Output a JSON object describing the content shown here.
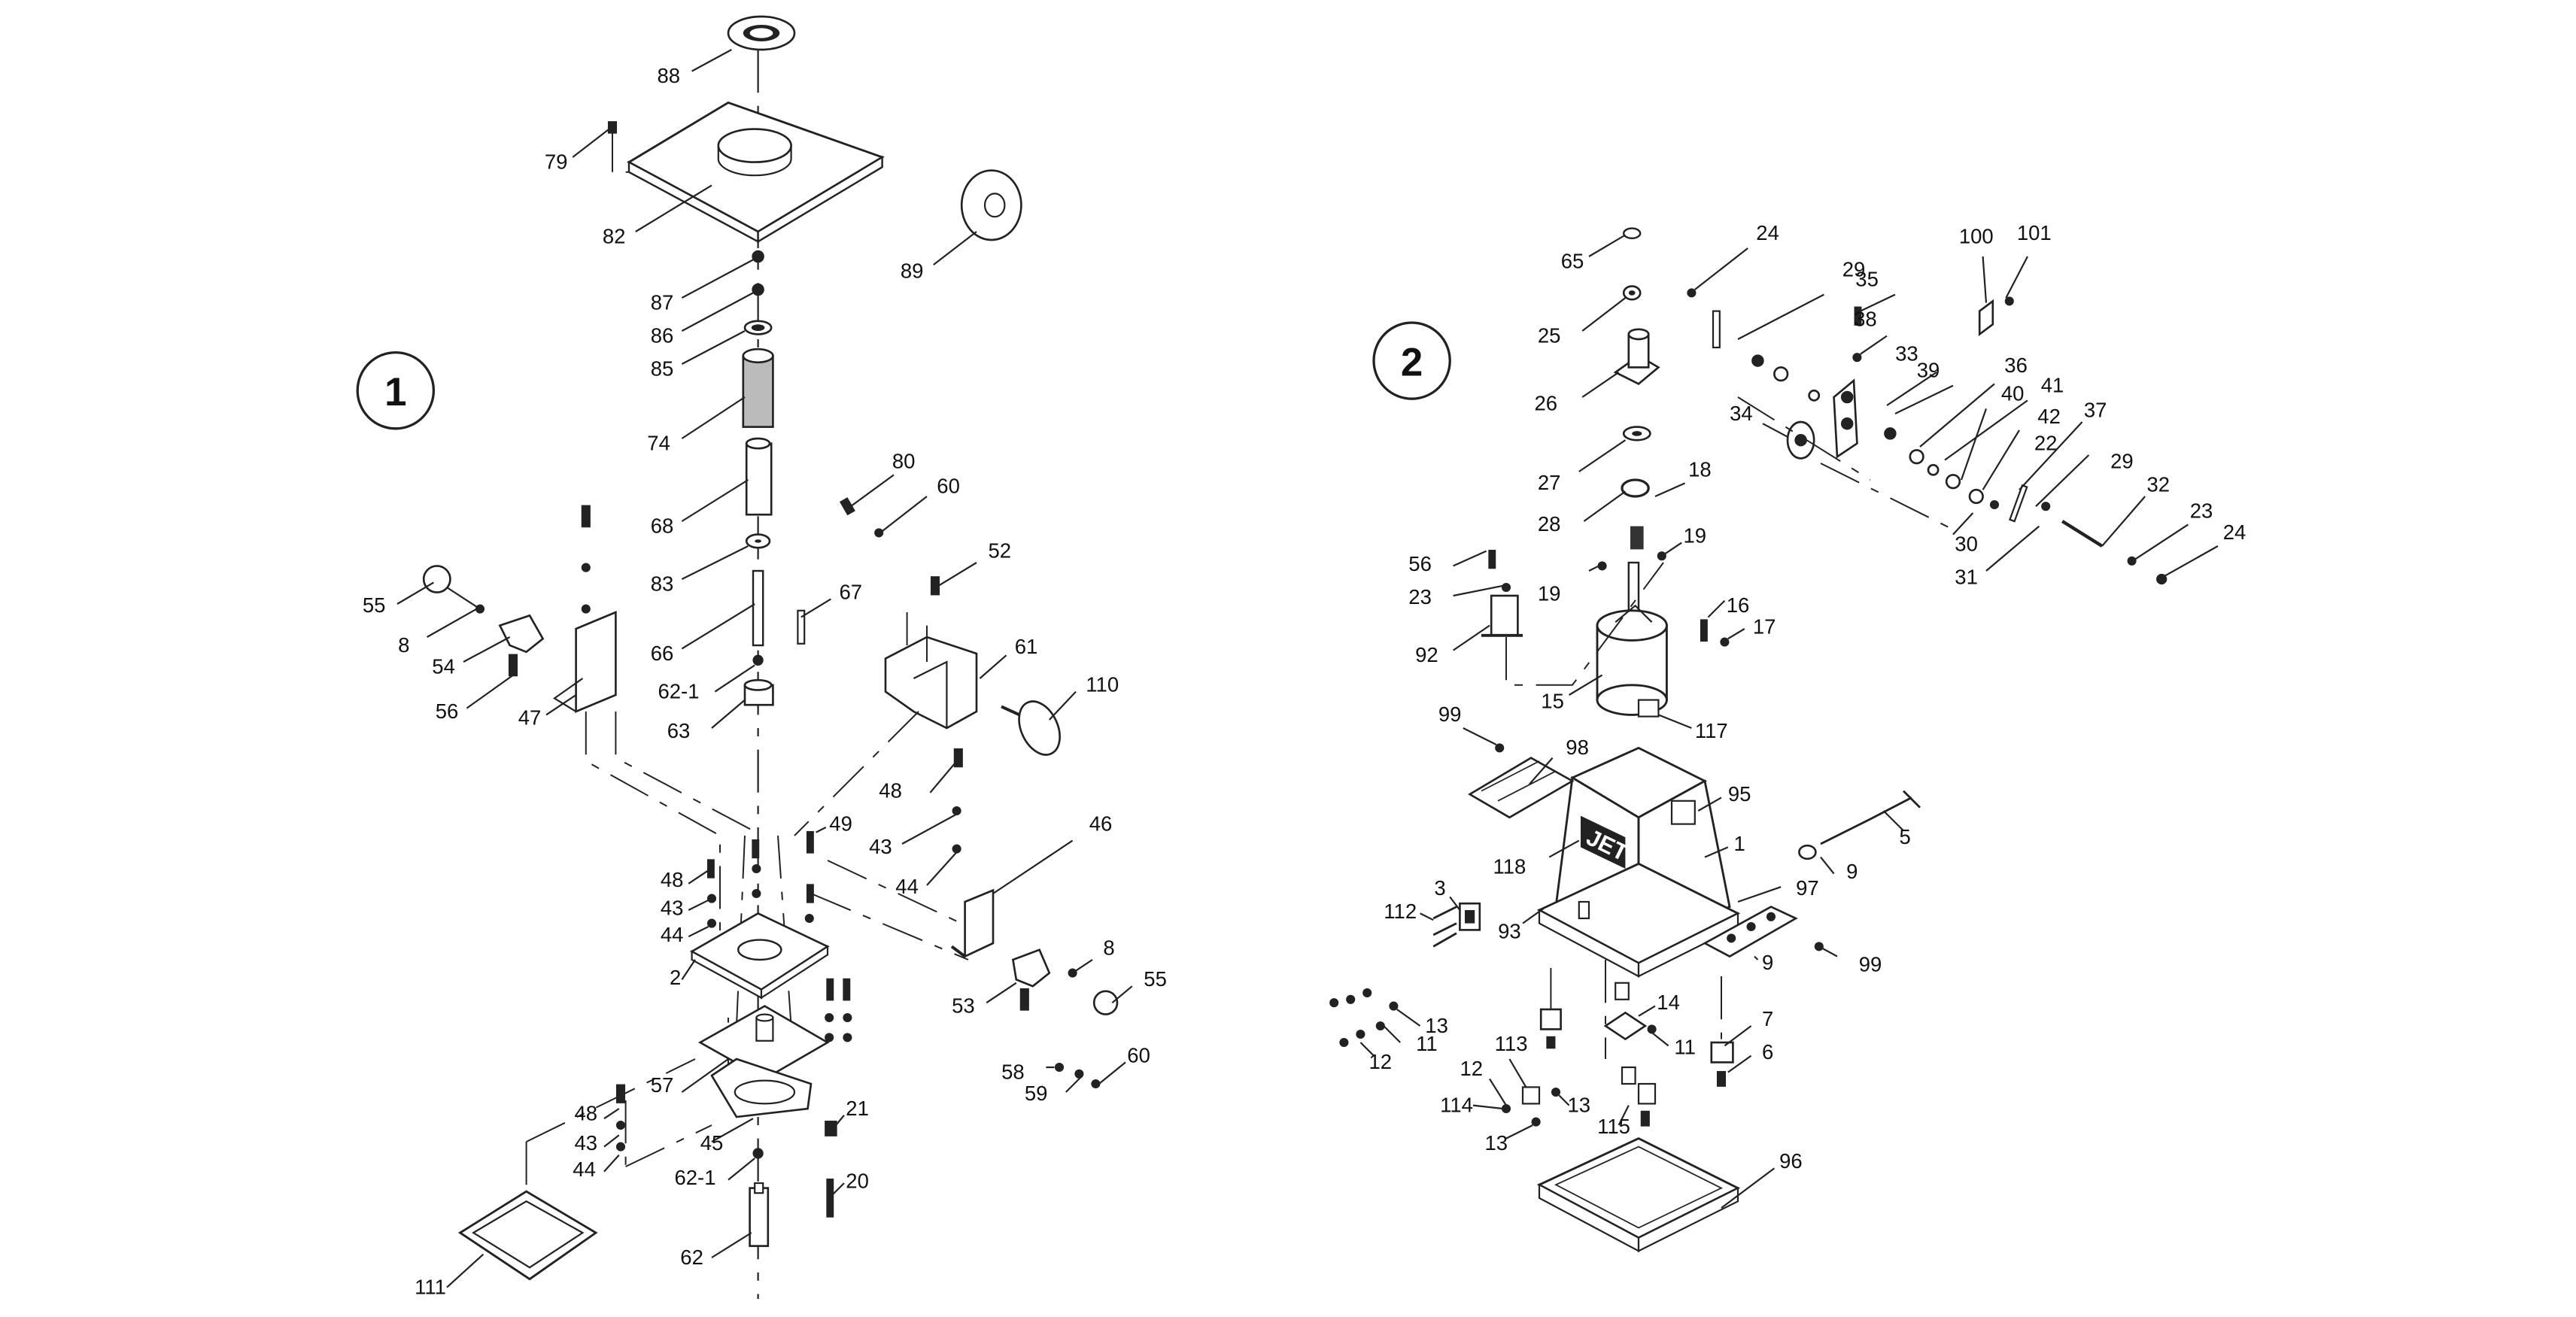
{
  "panels": [
    {
      "id": "1",
      "label": "1"
    },
    {
      "id": "2",
      "label": "2"
    }
  ],
  "brand_plate": "JET",
  "callouts": [
    {
      "text": "88"
    },
    {
      "text": "79"
    },
    {
      "text": "82"
    },
    {
      "text": "89"
    },
    {
      "text": "87"
    },
    {
      "text": "86"
    },
    {
      "text": "85"
    },
    {
      "text": "74"
    },
    {
      "text": "68"
    },
    {
      "text": "80"
    },
    {
      "text": "60"
    },
    {
      "text": "83"
    },
    {
      "text": "52"
    },
    {
      "text": "55"
    },
    {
      "text": "8"
    },
    {
      "text": "54"
    },
    {
      "text": "56"
    },
    {
      "text": "47"
    },
    {
      "text": "66"
    },
    {
      "text": "67"
    },
    {
      "text": "62-1"
    },
    {
      "text": "61"
    },
    {
      "text": "63"
    },
    {
      "text": "110"
    },
    {
      "text": "48"
    },
    {
      "text": "49"
    },
    {
      "text": "43"
    },
    {
      "text": "44"
    },
    {
      "text": "46"
    },
    {
      "text": "48"
    },
    {
      "text": "43"
    },
    {
      "text": "44"
    },
    {
      "text": "2"
    },
    {
      "text": "8"
    },
    {
      "text": "55"
    },
    {
      "text": "53"
    },
    {
      "text": "57"
    },
    {
      "text": "60"
    },
    {
      "text": "58"
    },
    {
      "text": "59"
    },
    {
      "text": "21"
    },
    {
      "text": "48"
    },
    {
      "text": "43"
    },
    {
      "text": "44"
    },
    {
      "text": "45"
    },
    {
      "text": "62-1"
    },
    {
      "text": "20"
    },
    {
      "text": "62"
    },
    {
      "text": "111"
    },
    {
      "text": "65"
    },
    {
      "text": "24"
    },
    {
      "text": "29"
    },
    {
      "text": "35"
    },
    {
      "text": "100"
    },
    {
      "text": "101"
    },
    {
      "text": "25"
    },
    {
      "text": "38"
    },
    {
      "text": "26"
    },
    {
      "text": "33"
    },
    {
      "text": "39"
    },
    {
      "text": "36"
    },
    {
      "text": "41"
    },
    {
      "text": "34"
    },
    {
      "text": "40"
    },
    {
      "text": "42"
    },
    {
      "text": "37"
    },
    {
      "text": "27"
    },
    {
      "text": "22"
    },
    {
      "text": "29"
    },
    {
      "text": "18"
    },
    {
      "text": "28"
    },
    {
      "text": "32"
    },
    {
      "text": "19"
    },
    {
      "text": "30"
    },
    {
      "text": "23"
    },
    {
      "text": "24"
    },
    {
      "text": "56"
    },
    {
      "text": "19"
    },
    {
      "text": "31"
    },
    {
      "text": "23"
    },
    {
      "text": "16"
    },
    {
      "text": "17"
    },
    {
      "text": "92"
    },
    {
      "text": "15"
    },
    {
      "text": "117"
    },
    {
      "text": "99"
    },
    {
      "text": "98"
    },
    {
      "text": "95"
    },
    {
      "text": "1"
    },
    {
      "text": "5"
    },
    {
      "text": "118"
    },
    {
      "text": "9"
    },
    {
      "text": "3"
    },
    {
      "text": "112"
    },
    {
      "text": "93"
    },
    {
      "text": "97"
    },
    {
      "text": "9"
    },
    {
      "text": "99"
    },
    {
      "text": "14"
    },
    {
      "text": "13"
    },
    {
      "text": "11"
    },
    {
      "text": "12"
    },
    {
      "text": "7"
    },
    {
      "text": "11"
    },
    {
      "text": "6"
    },
    {
      "text": "113"
    },
    {
      "text": "12"
    },
    {
      "text": "114"
    },
    {
      "text": "13"
    },
    {
      "text": "13"
    },
    {
      "text": "115"
    },
    {
      "text": "96"
    }
  ]
}
